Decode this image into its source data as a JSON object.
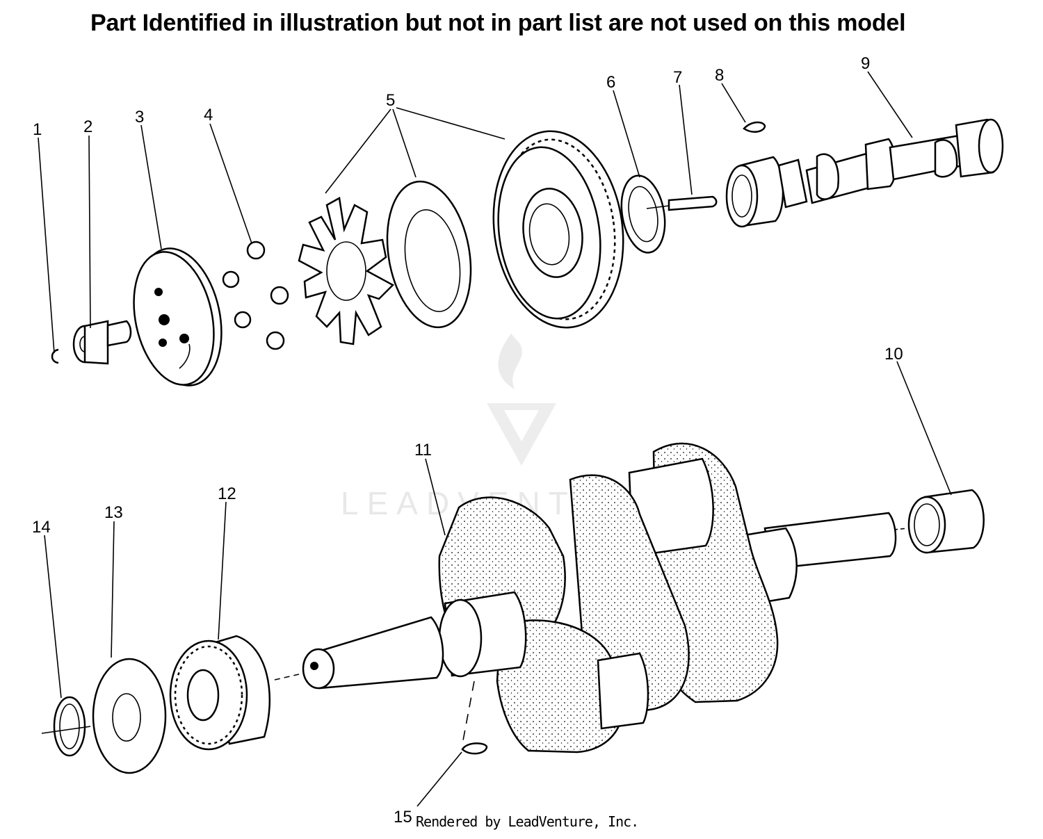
{
  "header": {
    "notice": "Part Identified in illustration but not in part list are not used on this model"
  },
  "callouts": [
    "1",
    "2",
    "3",
    "4",
    "5",
    "6",
    "7",
    "8",
    "9",
    "10",
    "11",
    "12",
    "13",
    "14",
    "15"
  ],
  "footer": {
    "credit": "Rendered by LeadVenture, Inc."
  },
  "watermark": {
    "text": "LEADVENTURE"
  }
}
